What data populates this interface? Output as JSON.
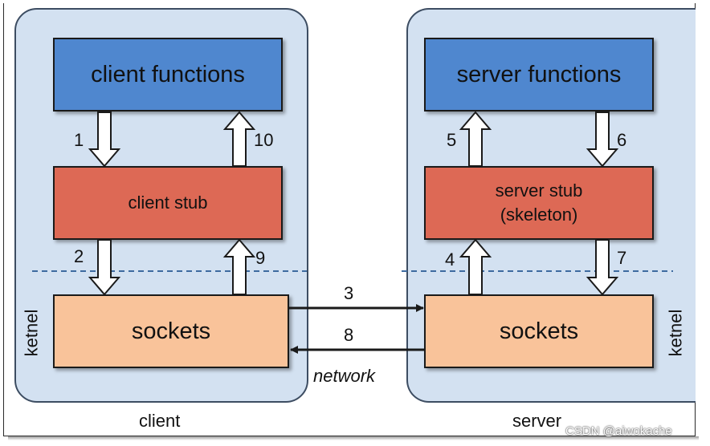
{
  "client": {
    "panel_label": "client",
    "kernel_label": "ketnel",
    "functions_label": "client functions",
    "stub_label": "client stub",
    "sockets_label": "sockets"
  },
  "server": {
    "panel_label": "server",
    "kernel_label": "ketnel",
    "functions_label": "server functions",
    "stub_label": "server stub\n(skeleton)",
    "sockets_label": "sockets"
  },
  "network": {
    "label": "network"
  },
  "steps": [
    "1",
    "2",
    "3",
    "4",
    "5",
    "6",
    "7",
    "8",
    "9",
    "10"
  ],
  "watermark": "CSDN @aiwokache",
  "colors": {
    "panel": "#d3e1f1",
    "functions": "#4f87cf",
    "stub": "#dd6955",
    "sockets": "#f9c39a",
    "kernel_line": "#3d6aa0"
  }
}
